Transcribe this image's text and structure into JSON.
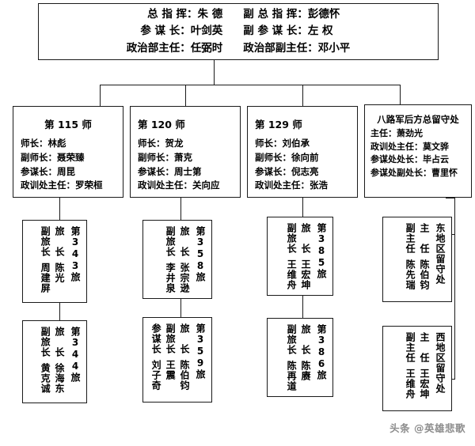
{
  "headquarters": {
    "rows": [
      {
        "left_label": "总 指 挥：",
        "left_value": "朱 德",
        "right_label": "副 总 指 挥：",
        "right_value": "彭德怀"
      },
      {
        "left_label": "参 谋 长：",
        "left_value": "叶剑英",
        "right_label": "副 参 谋 长：",
        "right_value": "左 权"
      },
      {
        "left_label": "政治部主任：",
        "left_value": "任弼时",
        "right_label": "政治部副主任：",
        "right_value": "邓小平"
      }
    ]
  },
  "divisions": [
    {
      "id": "div-115",
      "title": "第 115 师",
      "lines": [
        "师长：林彪",
        "副师长：聂荣臻",
        "参谋长：周昆",
        "政训处主任：罗荣桓"
      ],
      "brigades": [
        {
          "id": "b343",
          "title": "第343旅",
          "roles": [
            "旅　长",
            "副旅长"
          ],
          "names": [
            "陈光",
            "周建屏"
          ]
        },
        {
          "id": "b344",
          "title": "第344旅",
          "roles": [
            "旅　长",
            "副旅长"
          ],
          "names": [
            "徐海东",
            "黄克诚"
          ]
        }
      ]
    },
    {
      "id": "div-120",
      "title": "第 120 师",
      "lines": [
        "师长：贺龙",
        "副师长：萧克",
        "参谋长：周士第",
        "政训处主任：关向应"
      ],
      "brigades": [
        {
          "id": "b358",
          "title": "第358旅",
          "roles": [
            "旅　长",
            "副旅长"
          ],
          "names": [
            "张宗逊",
            "李井泉"
          ]
        },
        {
          "id": "b359",
          "title": "第359旅",
          "roles": [
            "旅　长",
            "副旅长",
            "参谋长"
          ],
          "names": [
            "陈伯钧",
            "王震",
            "刘子奇"
          ]
        }
      ]
    },
    {
      "id": "div-129",
      "title": "第 129 师",
      "lines": [
        "师长：刘伯承",
        "副师长：徐向前",
        "参谋长：倪志亮",
        "政训处主任：张浩"
      ],
      "brigades": [
        {
          "id": "b385",
          "title": "第385旅",
          "roles": [
            "旅　长",
            "副旅长"
          ],
          "names": [
            "王宏坤",
            "王维舟"
          ]
        },
        {
          "id": "b386",
          "title": "第386旅",
          "roles": [
            "旅　长",
            "副旅长"
          ],
          "names": [
            "陈赓",
            "陈再道"
          ]
        }
      ]
    }
  ],
  "rear_command": {
    "id": "div-rear",
    "title": "八路军后方总留守处",
    "lines": [
      "主任：萧劲光",
      "政训处主任：莫文骅",
      "参谋处处长：毕占云",
      "参谋处副处长：曹里怀"
    ],
    "offices": [
      {
        "id": "r-east",
        "title": "东地区留守处",
        "roles": [
          "主　任",
          "副主任"
        ],
        "names": [
          "陈伯钧",
          "陈先瑞"
        ]
      },
      {
        "id": "r-west",
        "title": "西地区留守处",
        "roles": [
          "主　任",
          "副主任"
        ],
        "names": [
          "王宏坤",
          "王维舟"
        ]
      }
    ]
  },
  "watermark": {
    "text": "头条 @英雄悲歌"
  },
  "colors": {
    "line": "#1a1a1a",
    "text": "#000000",
    "background": "#ffffff",
    "watermark": "#8d8d8d"
  }
}
